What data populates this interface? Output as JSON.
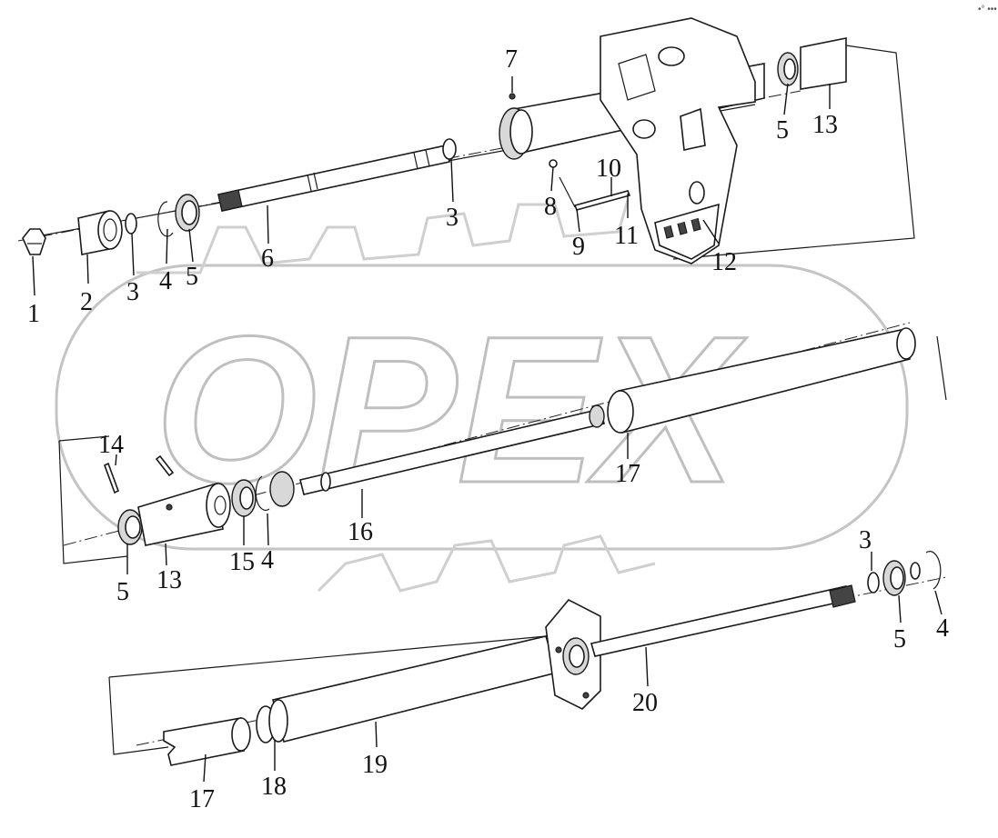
{
  "watermark": {
    "text": "OPEX"
  },
  "corner_mark": "•° •••",
  "callouts": [
    {
      "id": "c1",
      "text": "1"
    },
    {
      "id": "c2",
      "text": "2"
    },
    {
      "id": "c3a",
      "text": "3"
    },
    {
      "id": "c4a",
      "text": "4"
    },
    {
      "id": "c5a",
      "text": "5"
    },
    {
      "id": "c6",
      "text": "6"
    },
    {
      "id": "c3b",
      "text": "3"
    },
    {
      "id": "c7",
      "text": "7"
    },
    {
      "id": "c8",
      "text": "8"
    },
    {
      "id": "c9",
      "text": "9"
    },
    {
      "id": "c10",
      "text": "10"
    },
    {
      "id": "c11",
      "text": "11"
    },
    {
      "id": "c12",
      "text": "12"
    },
    {
      "id": "c5b",
      "text": "5"
    },
    {
      "id": "c13a",
      "text": "13"
    },
    {
      "id": "c14",
      "text": "14"
    },
    {
      "id": "c5c",
      "text": "5"
    },
    {
      "id": "c13b",
      "text": "13"
    },
    {
      "id": "c15",
      "text": "15"
    },
    {
      "id": "c4b",
      "text": "4"
    },
    {
      "id": "c16",
      "text": "16"
    },
    {
      "id": "c17a",
      "text": "17"
    },
    {
      "id": "c3c",
      "text": "3"
    },
    {
      "id": "c5d",
      "text": "5"
    },
    {
      "id": "c4c",
      "text": "4"
    },
    {
      "id": "c20",
      "text": "20"
    },
    {
      "id": "c17b",
      "text": "17"
    },
    {
      "id": "c18",
      "text": "18"
    },
    {
      "id": "c19",
      "text": "19"
    }
  ]
}
